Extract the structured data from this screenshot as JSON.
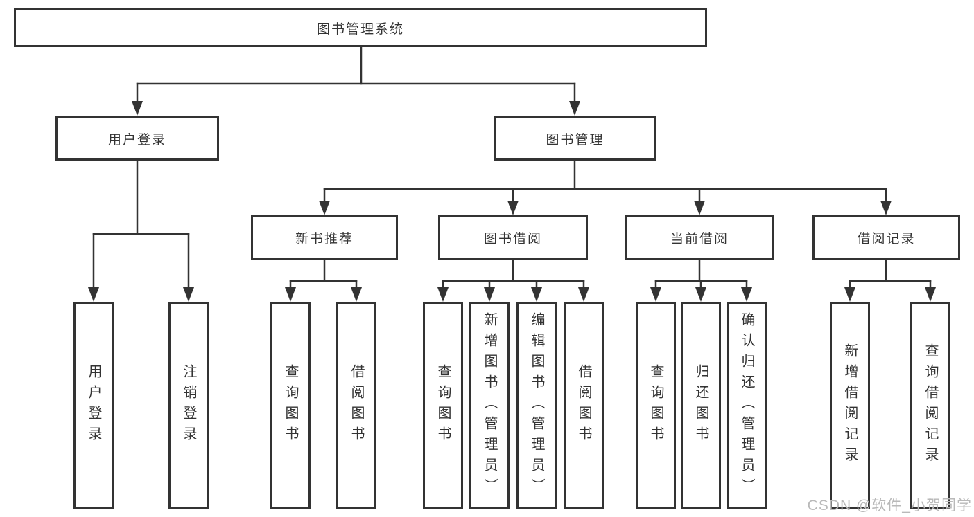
{
  "diagram": {
    "type": "hierarchy-tree",
    "root": {
      "label": "图书管理系统"
    },
    "level2": [
      {
        "label": "用户登录",
        "children": [
          {
            "label": "用户登录"
          },
          {
            "label": "注销登录"
          }
        ]
      },
      {
        "label": "图书管理",
        "children": [
          {
            "label": "新书推荐",
            "children": [
              {
                "label": "查询图书"
              },
              {
                "label": "借阅图书"
              }
            ]
          },
          {
            "label": "图书借阅",
            "children": [
              {
                "label": "查询图书"
              },
              {
                "label": "新增图书（管理员）"
              },
              {
                "label": "编辑图书（管理员）"
              },
              {
                "label": "借阅图书"
              }
            ]
          },
          {
            "label": "当前借阅",
            "children": [
              {
                "label": "查询图书"
              },
              {
                "label": "归还图书"
              },
              {
                "label": "确认归还（管理员）"
              }
            ]
          },
          {
            "label": "借阅记录",
            "children": [
              {
                "label": "新增借阅记录"
              },
              {
                "label": "查询借阅记录"
              }
            ]
          }
        ]
      }
    ],
    "watermark": "CSDN @软件_小贺同学",
    "colors": {
      "line": "#333333",
      "text": "#333333",
      "watermark": "#b9b9b9",
      "background": "#ffffff"
    }
  }
}
